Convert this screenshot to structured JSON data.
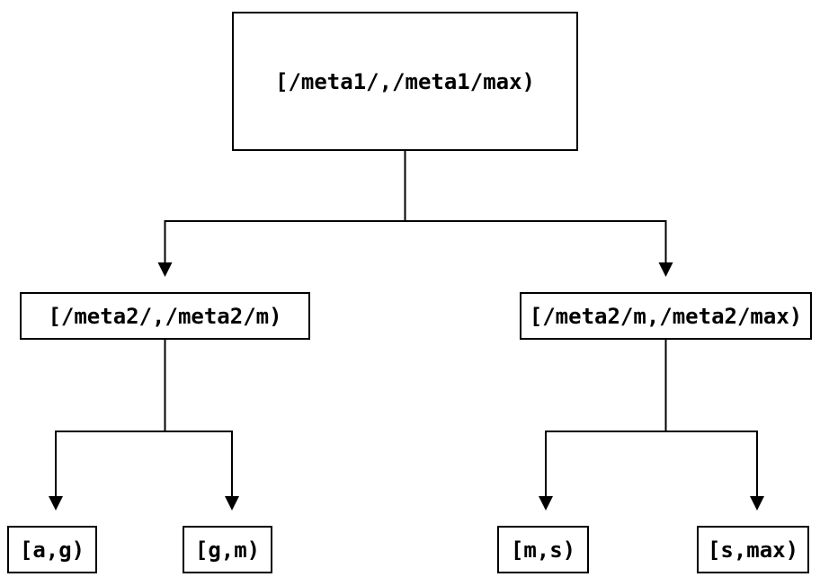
{
  "diagram": {
    "type": "binary-tree-key-range-partition",
    "colors": {
      "line_color": "#000000",
      "box_fill": "#ffffff",
      "text_color": "#000000",
      "bg_color": "#ffffff"
    },
    "tree": {
      "root": {
        "label": "[/meta1/,/meta1/max)"
      },
      "children": [
        {
          "label": "[/meta2/,/meta2/m)",
          "children": [
            {
              "label": "[a,g)"
            },
            {
              "label": "[g,m)"
            }
          ]
        },
        {
          "label": "[/meta2/m,/meta2/max)",
          "children": [
            {
              "label": "[m,s)"
            },
            {
              "label": "[s,max)"
            }
          ]
        }
      ]
    }
  }
}
